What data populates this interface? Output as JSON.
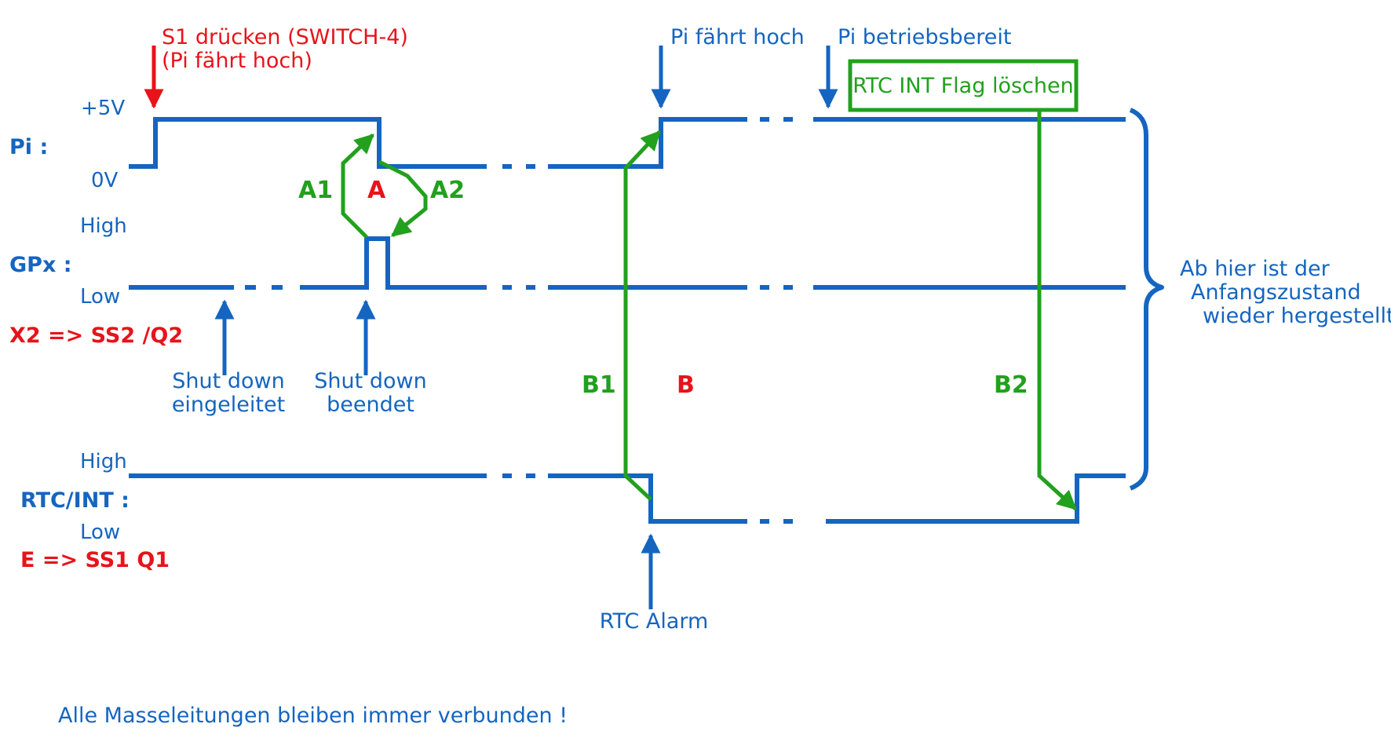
{
  "colors": {
    "blue": "#1565C0",
    "red": "#E8131B",
    "green": "#22A01E"
  },
  "signals": {
    "pi": {
      "label": "Pi :",
      "level_high": "+5V",
      "level_low": "0V"
    },
    "gpx": {
      "label": "GPx :",
      "level_high": "High",
      "level_low": "Low",
      "mapping": "X2 => SS2 /Q2"
    },
    "rtc": {
      "label": "RTC/INT :",
      "level_high": "High",
      "level_low": "Low",
      "mapping": "E => SS1 Q1"
    }
  },
  "events": {
    "s1_press_line1": "S1 drücken (SWITCH-4)",
    "s1_press_line2": "(Pi fährt hoch)",
    "pi_boot": "Pi fährt hoch",
    "pi_ready": "Pi betriebsbereit",
    "rtc_flag_box": "RTC INT Flag löschen",
    "shutdown_started_line1": "Shut down",
    "shutdown_started_line2": "eingeleitet",
    "shutdown_finished_line1": "Shut down",
    "shutdown_finished_line2": "beendet",
    "rtc_alarm": "RTC Alarm"
  },
  "annotations": {
    "a": "A",
    "a1": "A1",
    "a2": "A2",
    "b": "B",
    "b1": "B1",
    "b2": "B2"
  },
  "brace_note": {
    "line1": "Ab hier ist der",
    "line2": "Anfangszustand",
    "line3": "wieder hergestellt"
  },
  "footer": "Alle Masseleitungen bleiben immer verbunden !"
}
